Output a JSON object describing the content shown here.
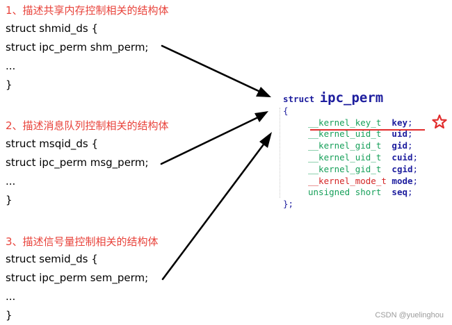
{
  "left_blocks": [
    {
      "heading": "1、描述共享内存控制相关的结构体",
      "lines": [
        "struct shmid_ds {",
        "struct ipc_perm shm_perm;",
        "...",
        "}"
      ]
    },
    {
      "heading": "2、描述消息队列控制相关的结构体",
      "lines": [
        "struct msqid_ds {",
        "struct ipc_perm msg_perm;",
        "...",
        "}"
      ]
    },
    {
      "heading": "3、描述信号量控制相关的结构体",
      "lines": [
        "struct semid_ds {",
        "struct ipc_perm sem_perm;",
        "...",
        "}"
      ]
    }
  ],
  "code": {
    "keyword": "struct",
    "name": "ipc_perm",
    "open_brace": "{",
    "fields": [
      {
        "type": "__kernel_key_t",
        "pad": "  ",
        "name": "key",
        "semi": ";"
      },
      {
        "type": "__kernel_uid_t",
        "pad": "  ",
        "name": "uid",
        "semi": ";"
      },
      {
        "type": "__kernel_gid_t",
        "pad": "  ",
        "name": "gid",
        "semi": ";"
      },
      {
        "type": "__kernel_uid_t",
        "pad": "  ",
        "name": "cuid",
        "semi": ";"
      },
      {
        "type": "__kernel_gid_t",
        "pad": "  ",
        "name": "cgid",
        "semi": ";"
      },
      {
        "type": "__kernel_mode_t",
        "pad": " ",
        "name": "mode",
        "semi": ";"
      },
      {
        "type": "unsigned short",
        "pad": "  ",
        "name": "seq",
        "semi": ";"
      }
    ],
    "close_brace": "};"
  },
  "watermark": "CSDN @yuelinghou",
  "colors": {
    "heading": "#e8423a",
    "keyword": "#1d1d9e",
    "type_green": "#17a05a",
    "type_red": "#d42525",
    "underline": "#e12c2c",
    "star": "#e12c2c"
  }
}
